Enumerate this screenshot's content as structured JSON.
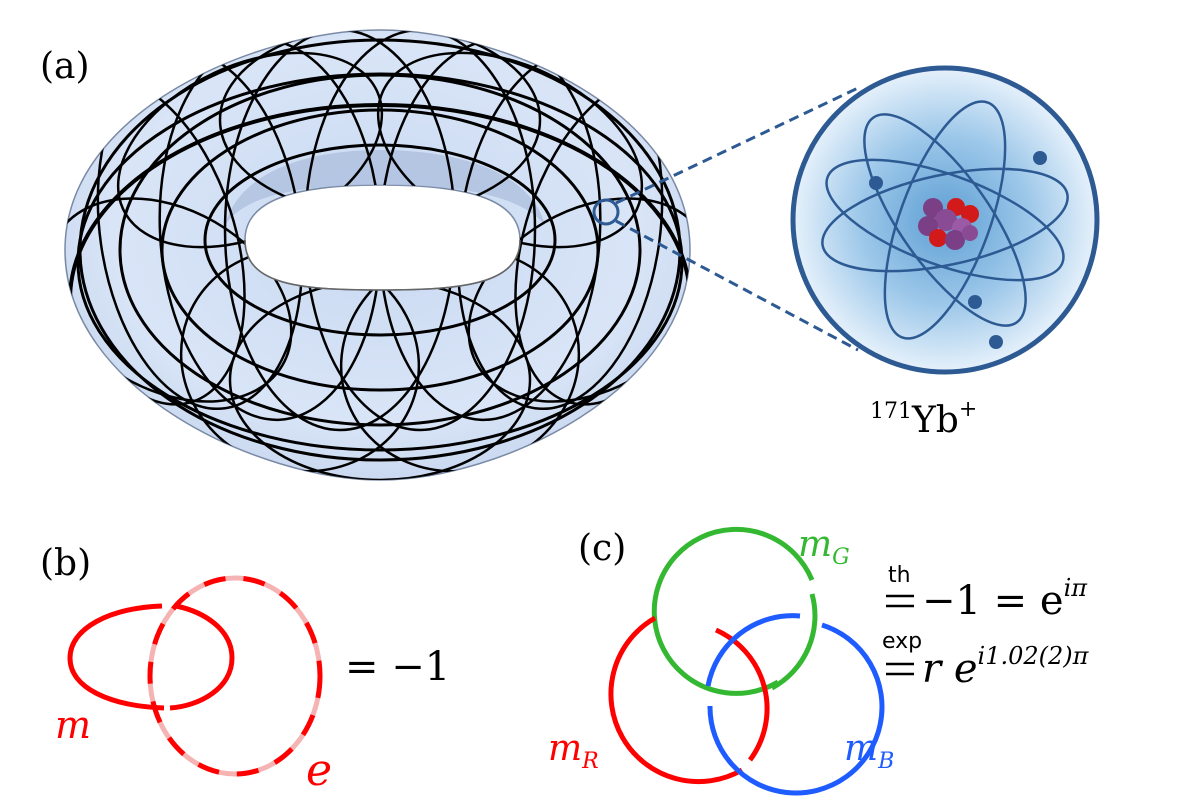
{
  "panels": {
    "a": {
      "label": "(a)",
      "ion": {
        "mass": "171",
        "symbol": "Yb",
        "charge": "+"
      }
    },
    "b": {
      "label": "(b)",
      "loop_m": "m",
      "loop_e": "e",
      "result": "= −1"
    },
    "c": {
      "label": "(c)",
      "ring_green": "m",
      "ring_green_sub": "G",
      "ring_red": "m",
      "ring_red_sub": "R",
      "ring_blue": "m",
      "ring_blue_sub": "B",
      "eq1_over": "th",
      "eq1_rhs": "−1 = e",
      "eq1_exp": "iπ",
      "eq2_over": "exp",
      "eq2_rhs": "r e",
      "eq2_exp": "i1.02(2)π"
    }
  },
  "colors": {
    "torus_fill": "#d6e2f6",
    "grid": "#000000",
    "atom": "#2d5a93",
    "red": "#ff0000",
    "pink": "#f6b3b3",
    "green": "#34b832",
    "blue": "#1f5cff"
  }
}
